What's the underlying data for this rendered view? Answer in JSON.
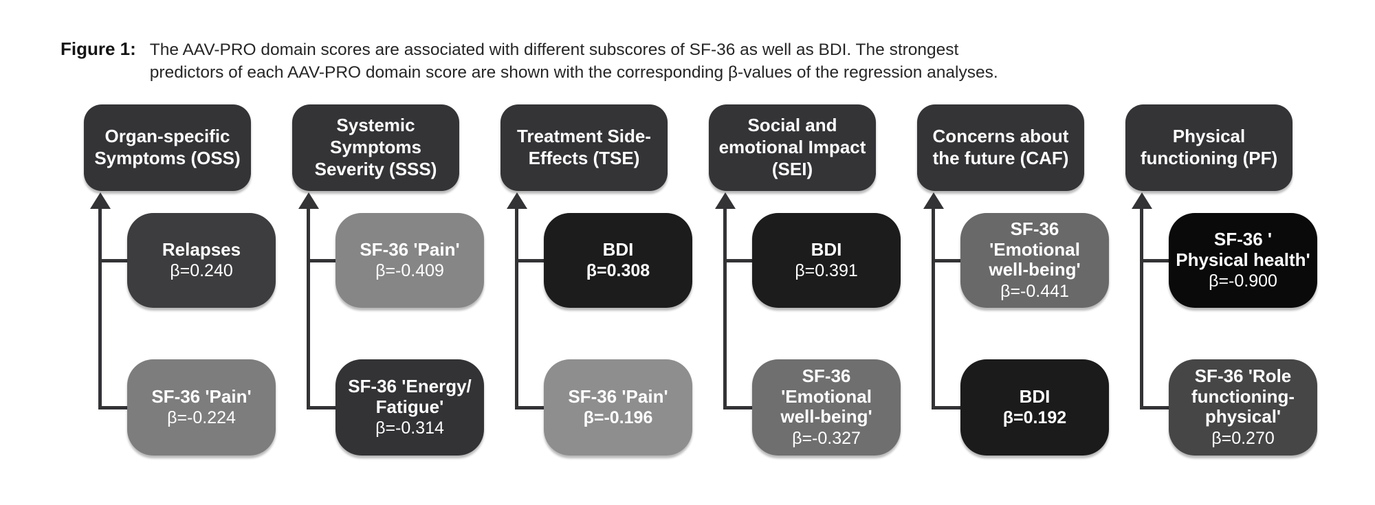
{
  "figure_label": "Figure 1:",
  "caption_line1": "The AAV-PRO domain scores are associated with different subscores of SF-36 as well as BDI. The strongest",
  "caption_line2": "predictors of each AAV-PRO domain score are shown with the corresponding β-values of the regression analyses.",
  "colors": {
    "header_bg": "#343437",
    "arrow_line": "#333336",
    "box_text": "#ffffff",
    "caption_text": "#262626"
  },
  "columns": [
    {
      "header": "Organ-specific Symptoms (OSS)",
      "children": [
        {
          "title": "Relapses",
          "beta": "β=0.240",
          "bg": "#3d3d3f",
          "beta_class": "beta"
        },
        {
          "title": "SF-36 'Pain'",
          "beta": "β=-0.224",
          "bg": "#7d7d7d",
          "beta_class": "beta"
        }
      ]
    },
    {
      "header": "Systemic Symptoms Severity (SSS)",
      "children": [
        {
          "title": "SF-36 'Pain'",
          "beta": "β=-0.409",
          "bg": "#868686",
          "beta_class": "beta"
        },
        {
          "title": "SF-36 'Energy/ Fatigue'",
          "beta": "β=-0.314",
          "bg": "#333336",
          "beta_class": "beta"
        }
      ]
    },
    {
      "header": "Treatment Side-Effects (TSE)",
      "children": [
        {
          "title": "BDI",
          "beta": "β=0.308",
          "bg": "#1c1c1c",
          "beta_class": "beta beta-bold"
        },
        {
          "title": "SF-36 'Pain'",
          "beta": "β=-0.196",
          "bg": "#8e8e8e",
          "beta_class": "beta beta-bold"
        }
      ]
    },
    {
      "header": "Social and emotional Impact (SEI)",
      "children": [
        {
          "title": "BDI",
          "beta": "β=0.391",
          "bg": "#1c1c1c",
          "beta_class": "beta"
        },
        {
          "title": "SF-36 'Emotional well-being'",
          "beta": "β=-0.327",
          "bg": "#6f6f6f",
          "beta_class": "beta"
        }
      ]
    },
    {
      "header": "Concerns about the future  (CAF)",
      "children": [
        {
          "title": "SF-36 'Emotional well-being'",
          "beta": "β=-0.441",
          "bg": "#696969",
          "beta_class": "beta"
        },
        {
          "title": "BDI",
          "beta": "β=0.192",
          "bg": "#1b1b1b",
          "beta_class": "beta beta-bold"
        }
      ]
    },
    {
      "header": "Physical functioning (PF)",
      "children": [
        {
          "title": "SF-36 ' Physical health'",
          "beta": "β=-0.900",
          "bg": "#0a0a0a",
          "beta_class": "beta"
        },
        {
          "title": "SF-36 'Role functioning-physical'",
          "beta": "β=0.270",
          "bg": "#464646",
          "beta_class": "beta"
        }
      ]
    }
  ]
}
